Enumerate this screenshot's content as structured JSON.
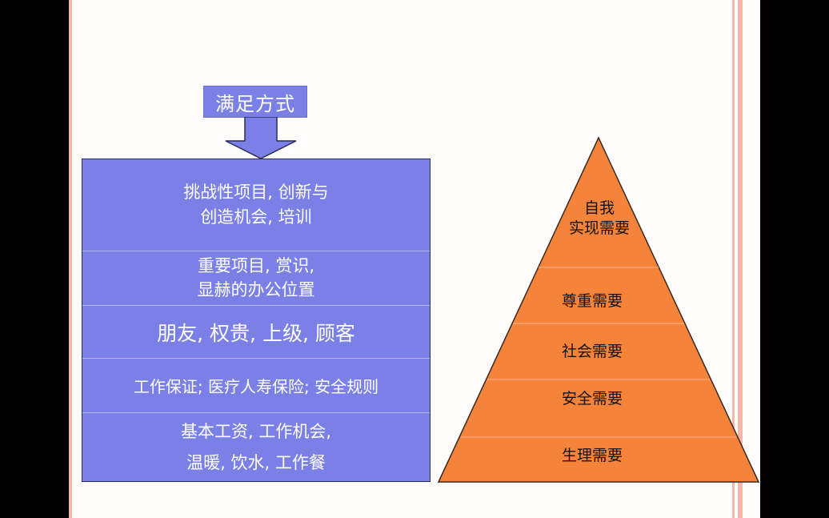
{
  "header_label": "满足方式",
  "ways": [
    {
      "line1": "挑战性项目, 创新与",
      "line2": "创造机会, 培训"
    },
    {
      "line1": "重要项目, 赏识,",
      "line2": "显赫的办公位置"
    },
    {
      "line1": "朋友, 权贵, 上级, 顾客",
      "line2": ""
    },
    {
      "line1": "工作保证; 医疗人寿保险; 安全规则",
      "line2": ""
    },
    {
      "line1": "基本工资, 工作机会,",
      "line2": "温暖, 饮水, 工作餐"
    }
  ],
  "needs": [
    {
      "line1": "自我",
      "line2": "实现需要"
    },
    {
      "line1": "尊重需要",
      "line2": ""
    },
    {
      "line1": "社会需要",
      "line2": ""
    },
    {
      "line1": "安全需要",
      "line2": ""
    },
    {
      "line1": "生理需要",
      "line2": ""
    }
  ],
  "colors": {
    "box_fill": "#7b80e6",
    "pyramid_fill": "#f5843a",
    "stripe": "#f3b8a8"
  }
}
